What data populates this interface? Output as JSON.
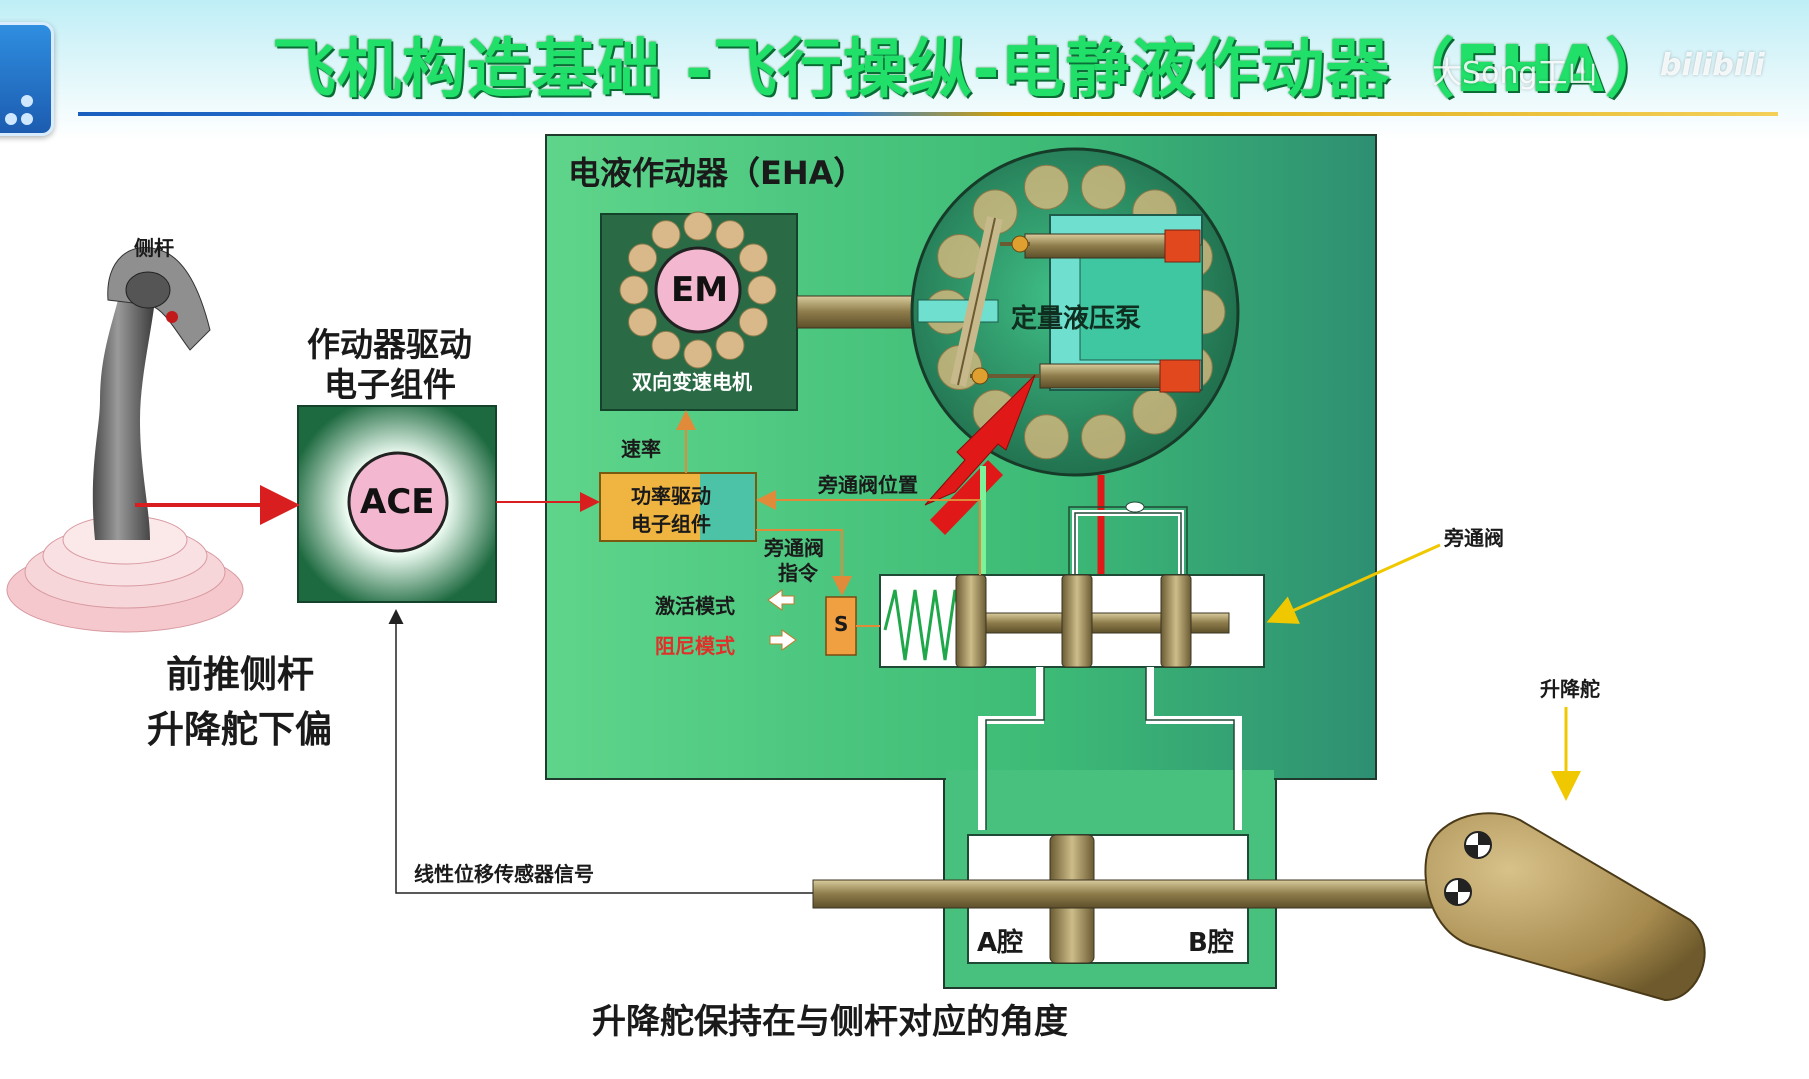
{
  "header": {
    "title": "飞机构造基础 -飞行操纵-电静液作动器（EHA）",
    "watermark_author": "大Song工山",
    "watermark_site": "bilibili",
    "logo_icon": "presentation-logo-icon"
  },
  "labels": {
    "side_stick": "侧杆",
    "ace_title_line1": "作动器驱动",
    "ace_title_line2": "电子组件",
    "ace": "ACE",
    "push_line1": "前推侧杆",
    "push_line2": "升降舵下偏",
    "eha_title": "电液作动器（EHA）",
    "em": "EM",
    "motor": "双向变速电机",
    "pump": "定量液压泵",
    "rate": "速率",
    "pde_line1": "功率驱动",
    "pde_line2": "电子组件",
    "bypass_position": "旁通阀位置",
    "bypass_cmd_line1": "旁通阀",
    "bypass_cmd_line2": "指令",
    "activate_mode": "激活模式",
    "damping_mode": "阻尼模式",
    "solenoid": "S",
    "bypass_valve": "旁通阀",
    "elevator": "升降舵",
    "lvdt_signal": "线性位移传感器信号",
    "chamber_a": "A腔",
    "chamber_b": "B腔",
    "caption": "升降舵保持在与侧杆对应的角度"
  },
  "colors": {
    "title_green": "#21e06a",
    "eha_box": "#45c178",
    "dark_box": "#2a6b46",
    "signal_red": "#d81e1e",
    "signal_orange": "#e08a3a",
    "damping_red": "#e0302a",
    "pink": "#f3b8cf",
    "elevator_bronze": "#a68a4e",
    "pointer_yellow": "#f0c800"
  }
}
